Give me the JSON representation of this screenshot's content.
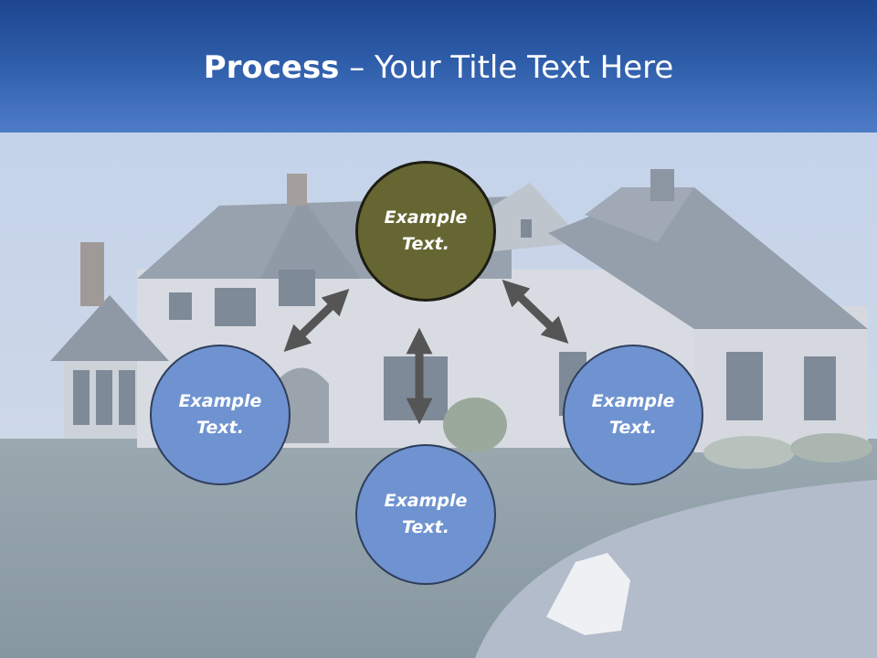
{
  "slide": {
    "title_bold": "Process",
    "title_rest": " – Your Title Text Here"
  },
  "diagram": {
    "center": {
      "label": "Example\nText."
    },
    "left": {
      "label": "Example\nText."
    },
    "right": {
      "label": "Example\nText."
    },
    "bottom": {
      "label": "Example\nText."
    }
  },
  "colors": {
    "title_bar": "#2d5ca8",
    "center_node": "#666633",
    "outer_node": "#6f93d0",
    "arrow": "#555555"
  },
  "icons": [
    "double-arrow-icon"
  ]
}
